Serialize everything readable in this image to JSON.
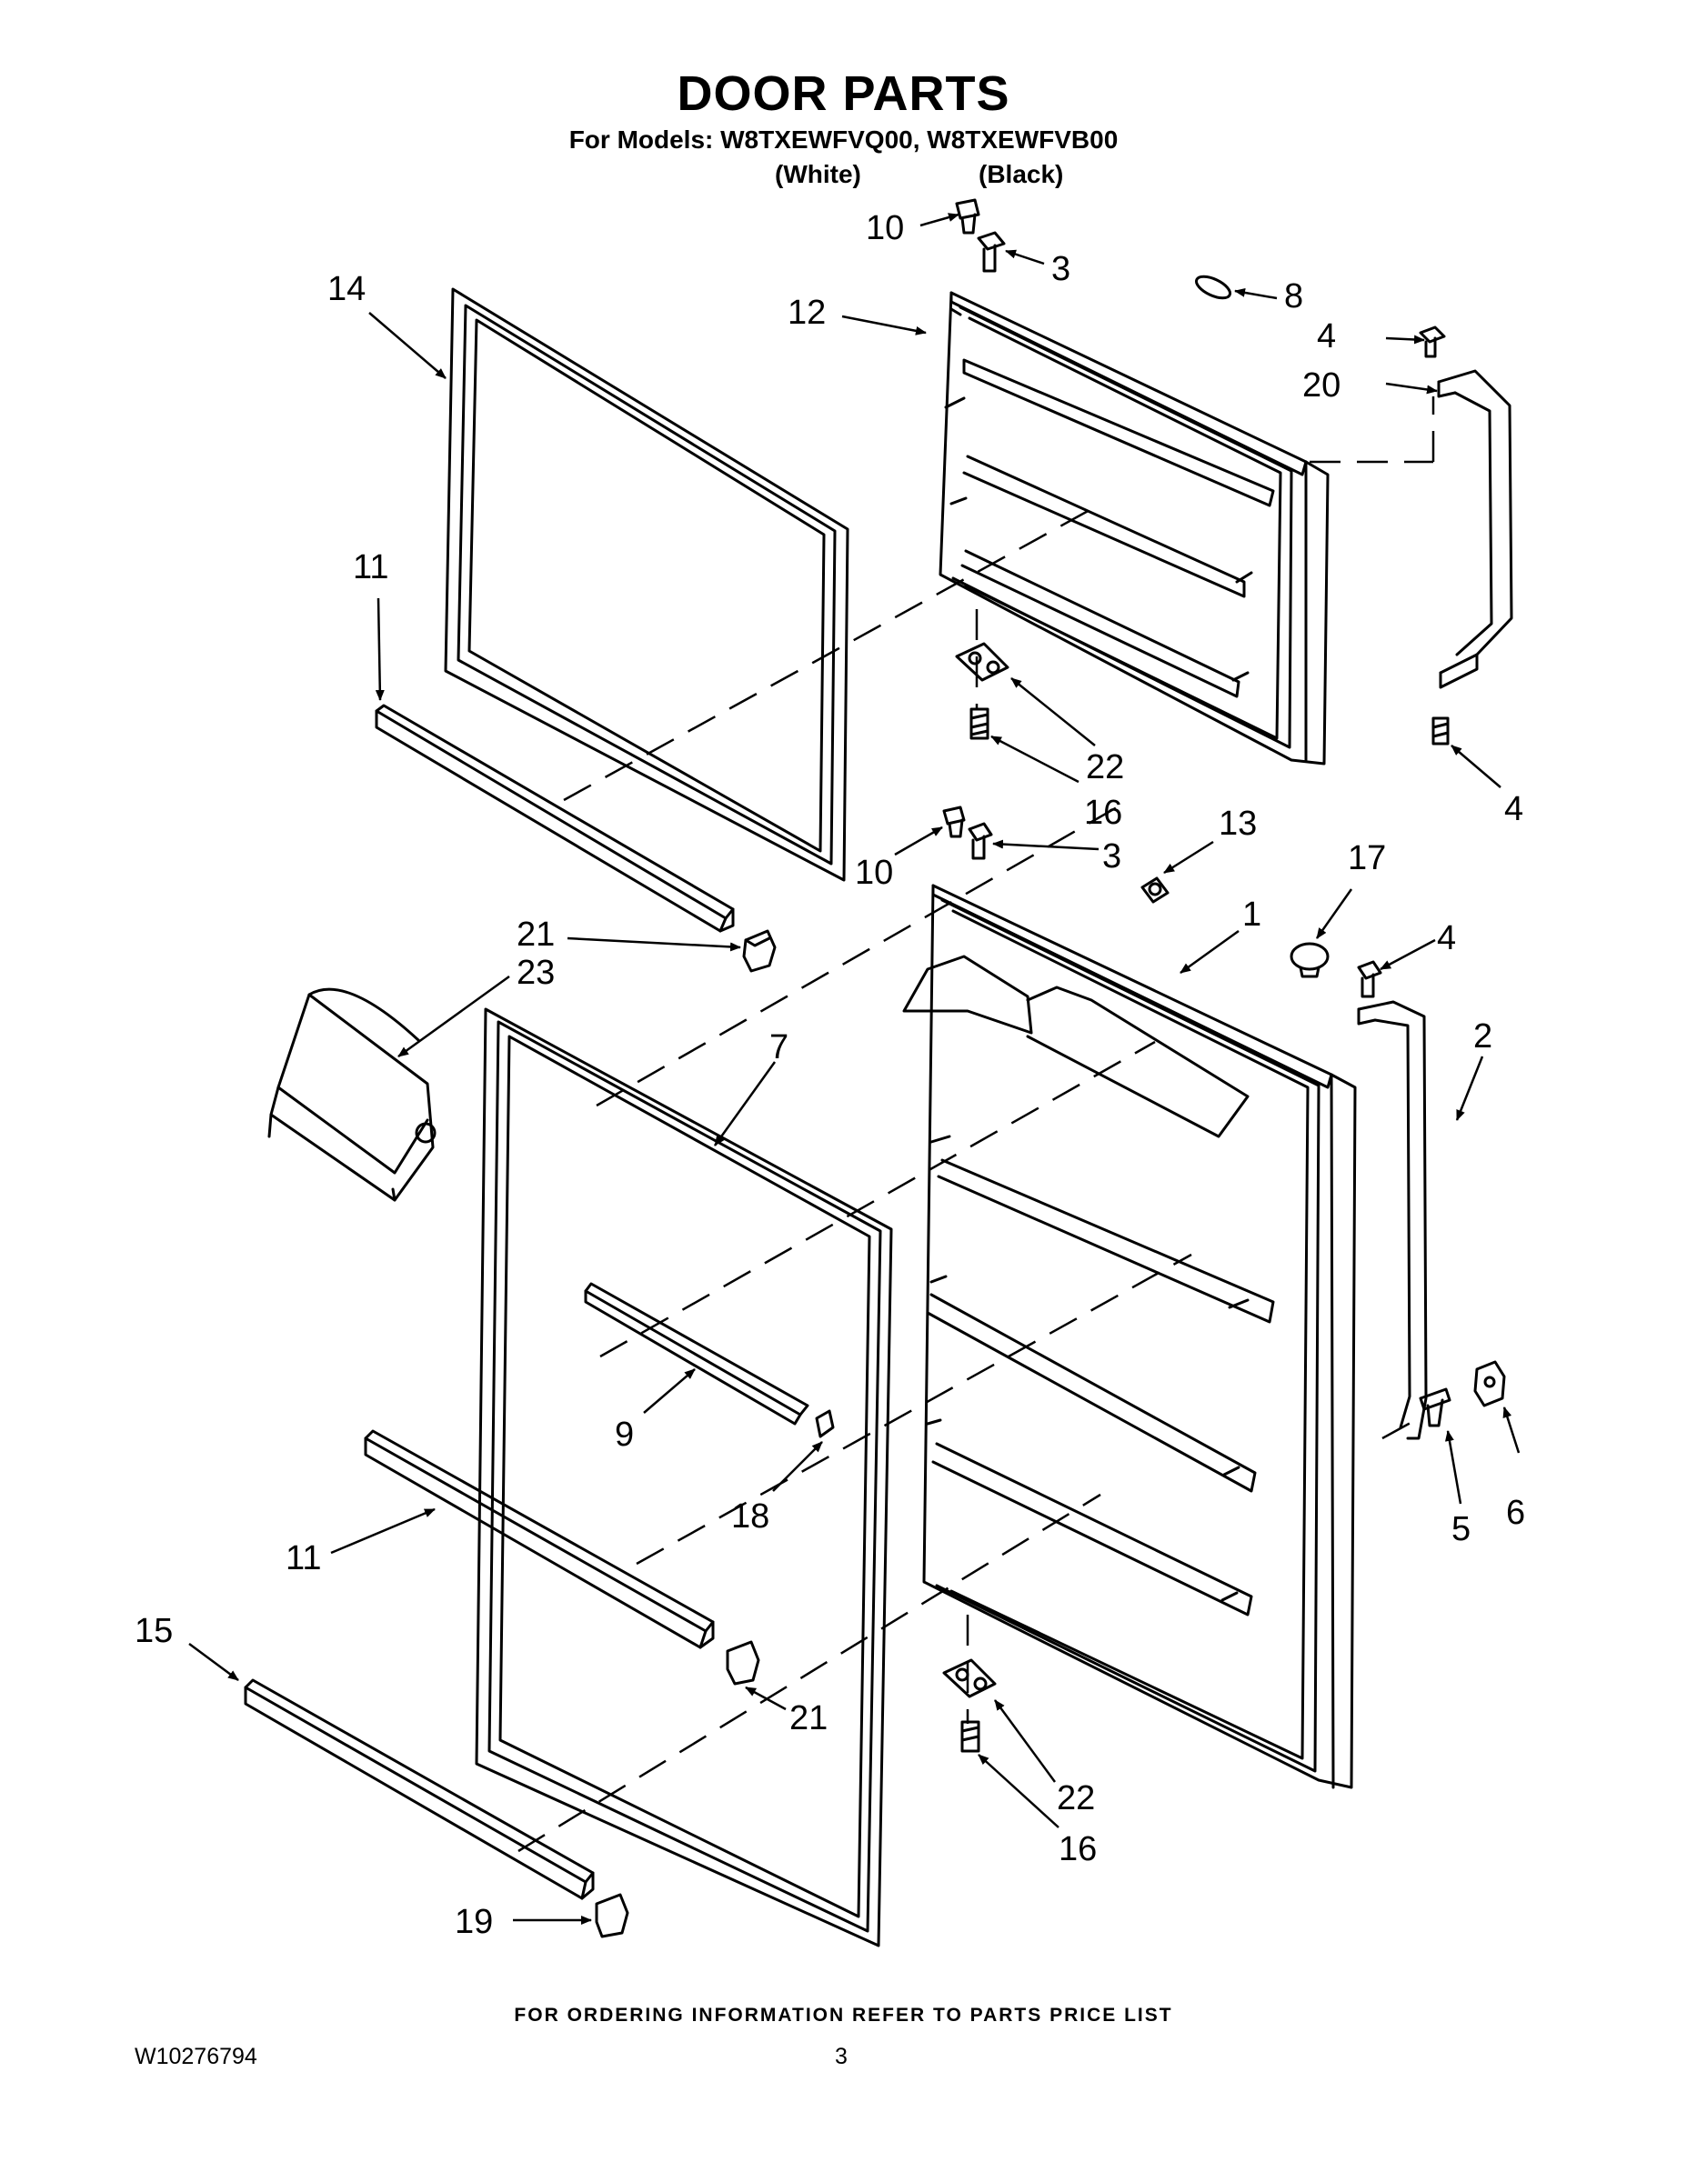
{
  "header": {
    "title": "DOOR PARTS",
    "models_line": "For Models: W8TXEWFVQ00, W8TXEWFVB00",
    "color_white": "(White)",
    "color_black": "(Black)"
  },
  "callouts": [
    {
      "id": "c-10a",
      "label": "10"
    },
    {
      "id": "c-3a",
      "label": "3"
    },
    {
      "id": "c-8",
      "label": "8"
    },
    {
      "id": "c-4a",
      "label": "4"
    },
    {
      "id": "c-20",
      "label": "20"
    },
    {
      "id": "c-14",
      "label": "14"
    },
    {
      "id": "c-12",
      "label": "12"
    },
    {
      "id": "c-11a",
      "label": "11"
    },
    {
      "id": "c-22a",
      "label": "22"
    },
    {
      "id": "c-16a",
      "label": "16"
    },
    {
      "id": "c-4b",
      "label": "4"
    },
    {
      "id": "c-10b",
      "label": "10"
    },
    {
      "id": "c-3b",
      "label": "3"
    },
    {
      "id": "c-13",
      "label": "13"
    },
    {
      "id": "c-1",
      "label": "1"
    },
    {
      "id": "c-17",
      "label": "17"
    },
    {
      "id": "c-4c",
      "label": "4"
    },
    {
      "id": "c-21a",
      "label": "21"
    },
    {
      "id": "c-23",
      "label": "23"
    },
    {
      "id": "c-7",
      "label": "7"
    },
    {
      "id": "c-2",
      "label": "2"
    },
    {
      "id": "c-9",
      "label": "9"
    },
    {
      "id": "c-18",
      "label": "18"
    },
    {
      "id": "c-11b",
      "label": "11"
    },
    {
      "id": "c-5",
      "label": "5"
    },
    {
      "id": "c-6",
      "label": "6"
    },
    {
      "id": "c-15",
      "label": "15"
    },
    {
      "id": "c-21b",
      "label": "21"
    },
    {
      "id": "c-22b",
      "label": "22"
    },
    {
      "id": "c-16b",
      "label": "16"
    },
    {
      "id": "c-19",
      "label": "19"
    }
  ],
  "footer": {
    "note": "FOR ORDERING INFORMATION REFER TO PARTS PRICE LIST",
    "doc_number": "W10276794",
    "page_number": "3"
  }
}
